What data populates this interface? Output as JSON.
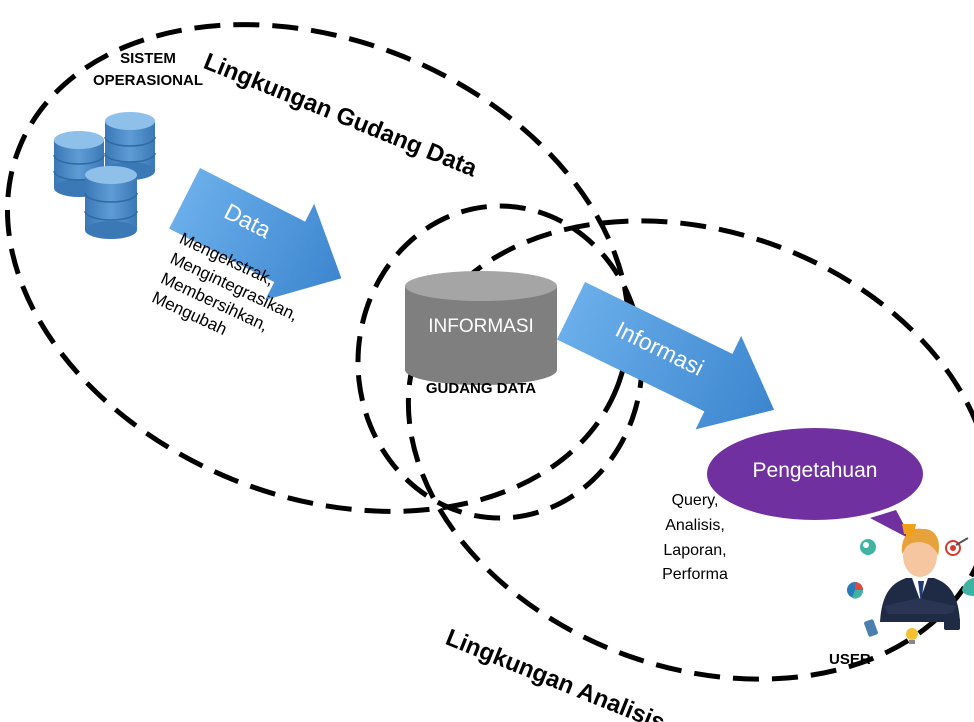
{
  "diagram": {
    "sistem_operasional": [
      "SISTEM",
      "OPERASIONAL"
    ],
    "lingkungan_gudang": "Lingkungan Gudang Data",
    "lingkungan_analisis": "Lingkungan Analisis",
    "arrow_data": "Data",
    "arrow_informasi": "Informasi",
    "proses_lines": [
      "Mengekstrak,",
      "Mengintegrasikan,",
      "Membersihkan,",
      "Mengubah"
    ],
    "informasi_db": "INFORMASI",
    "gudang_data": "GUDANG DATA",
    "pengetahuan": "Pengetahuan",
    "query_lines": [
      "Query,",
      "Analisis,",
      "Laporan,",
      "Performa"
    ],
    "user": "USER"
  },
  "colors": {
    "db_blue": "#4a88c4",
    "db_gray": "#7f7f7f",
    "arrow_blue": "#4e95d6",
    "bubble_purple": "#7030a0",
    "dash": "#000000"
  }
}
